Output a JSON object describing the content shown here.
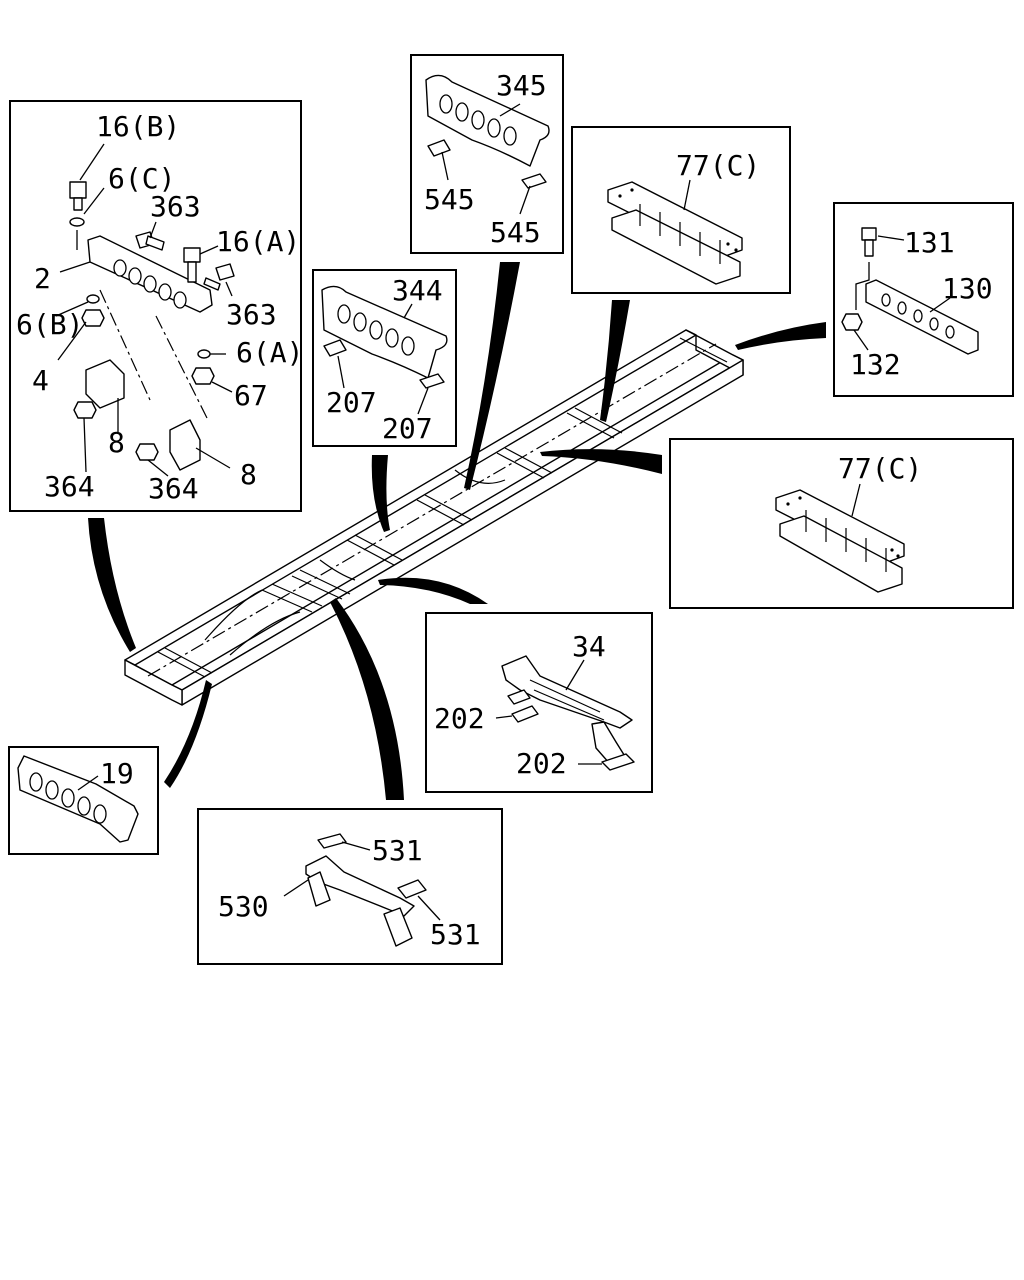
{
  "colors": {
    "ink": "#000000",
    "paper": "#ffffff"
  },
  "labels": {
    "p16b": "16(B)",
    "p6c": "6(C)",
    "p363a": "363",
    "p16a": "16(A)",
    "p2": "2",
    "p363b": "363",
    "p6b": "6(B)",
    "p6a": "6(A)",
    "p4": "4",
    "p67": "67",
    "p8a": "8",
    "p8b": "8",
    "p364a": "364",
    "p364b": "364",
    "p345": "345",
    "p545a": "545",
    "p545b": "545",
    "p344": "344",
    "p207a": "207",
    "p207b": "207",
    "p77c_top": "77(C)",
    "p131": "131",
    "p130": "130",
    "p132": "132",
    "p77c_mid": "77(C)",
    "p34": "34",
    "p202a": "202",
    "p202b": "202",
    "p19": "19",
    "p531a": "531",
    "p530": "530",
    "p531b": "531"
  }
}
